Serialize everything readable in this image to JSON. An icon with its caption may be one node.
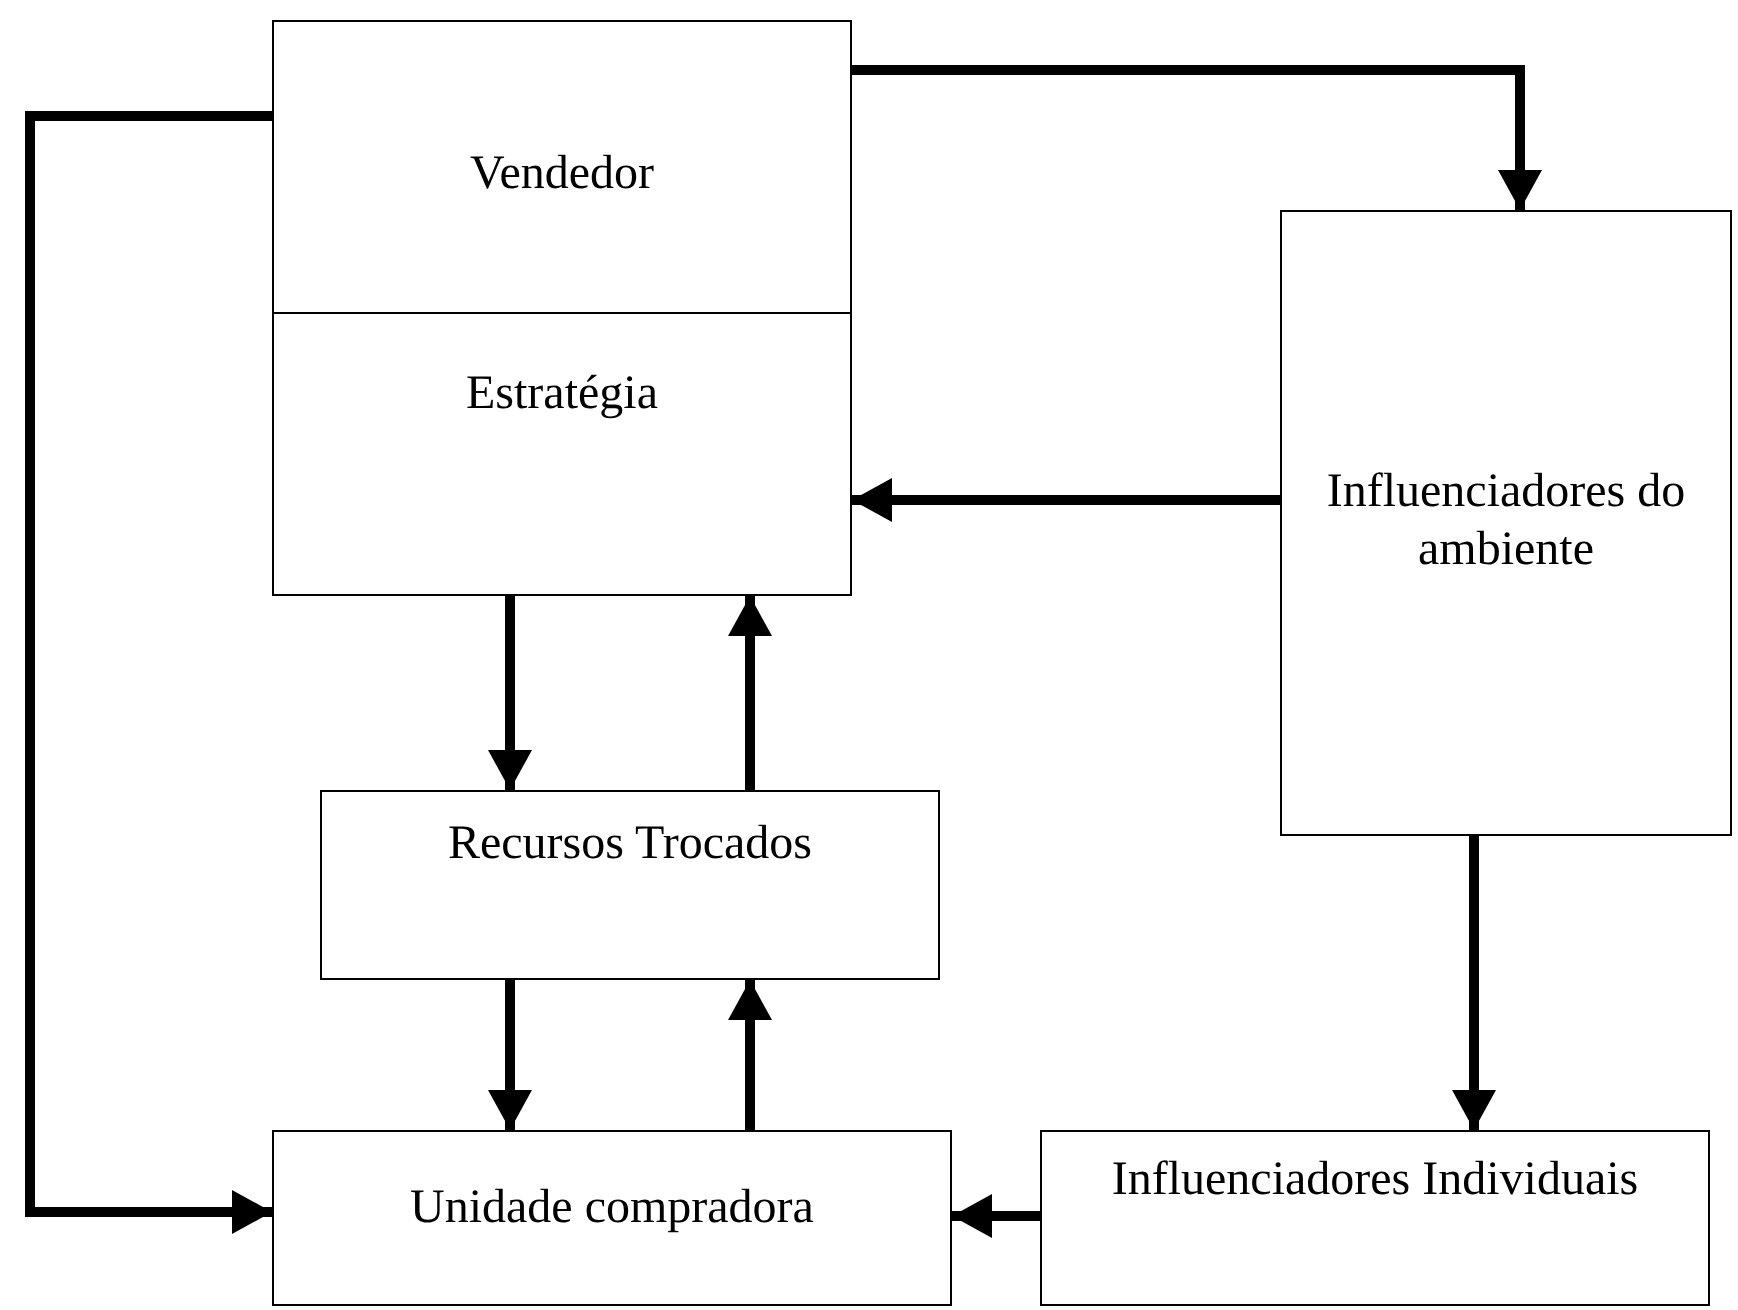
{
  "diagram": {
    "nodes": [
      {
        "text": [
          "Vendedor",
          "Estratégia"
        ]
      },
      {
        "text": [
          "Influenciadores do ambiente"
        ]
      },
      {
        "text": [
          "Recursos Trocados"
        ]
      },
      {
        "text": [
          "Unidade compradora"
        ]
      },
      {
        "text": [
          "Influenciadores Individuais"
        ]
      }
    ],
    "edges": [
      {
        "from": 0,
        "to": 1,
        "arrow": "to"
      },
      {
        "from": 1,
        "to": 0,
        "arrow": "to"
      },
      {
        "from": 0,
        "to": 2,
        "arrow": "to"
      },
      {
        "from": 2,
        "to": 0,
        "arrow": "to"
      },
      {
        "from": 2,
        "to": 3,
        "arrow": "to"
      },
      {
        "from": 3,
        "to": 2,
        "arrow": "to"
      },
      {
        "from": 1,
        "to": 4,
        "arrow": "to"
      },
      {
        "from": 4,
        "to": 3,
        "arrow": "to"
      },
      {
        "from": 0,
        "to": 3,
        "arrow": "to"
      }
    ]
  }
}
